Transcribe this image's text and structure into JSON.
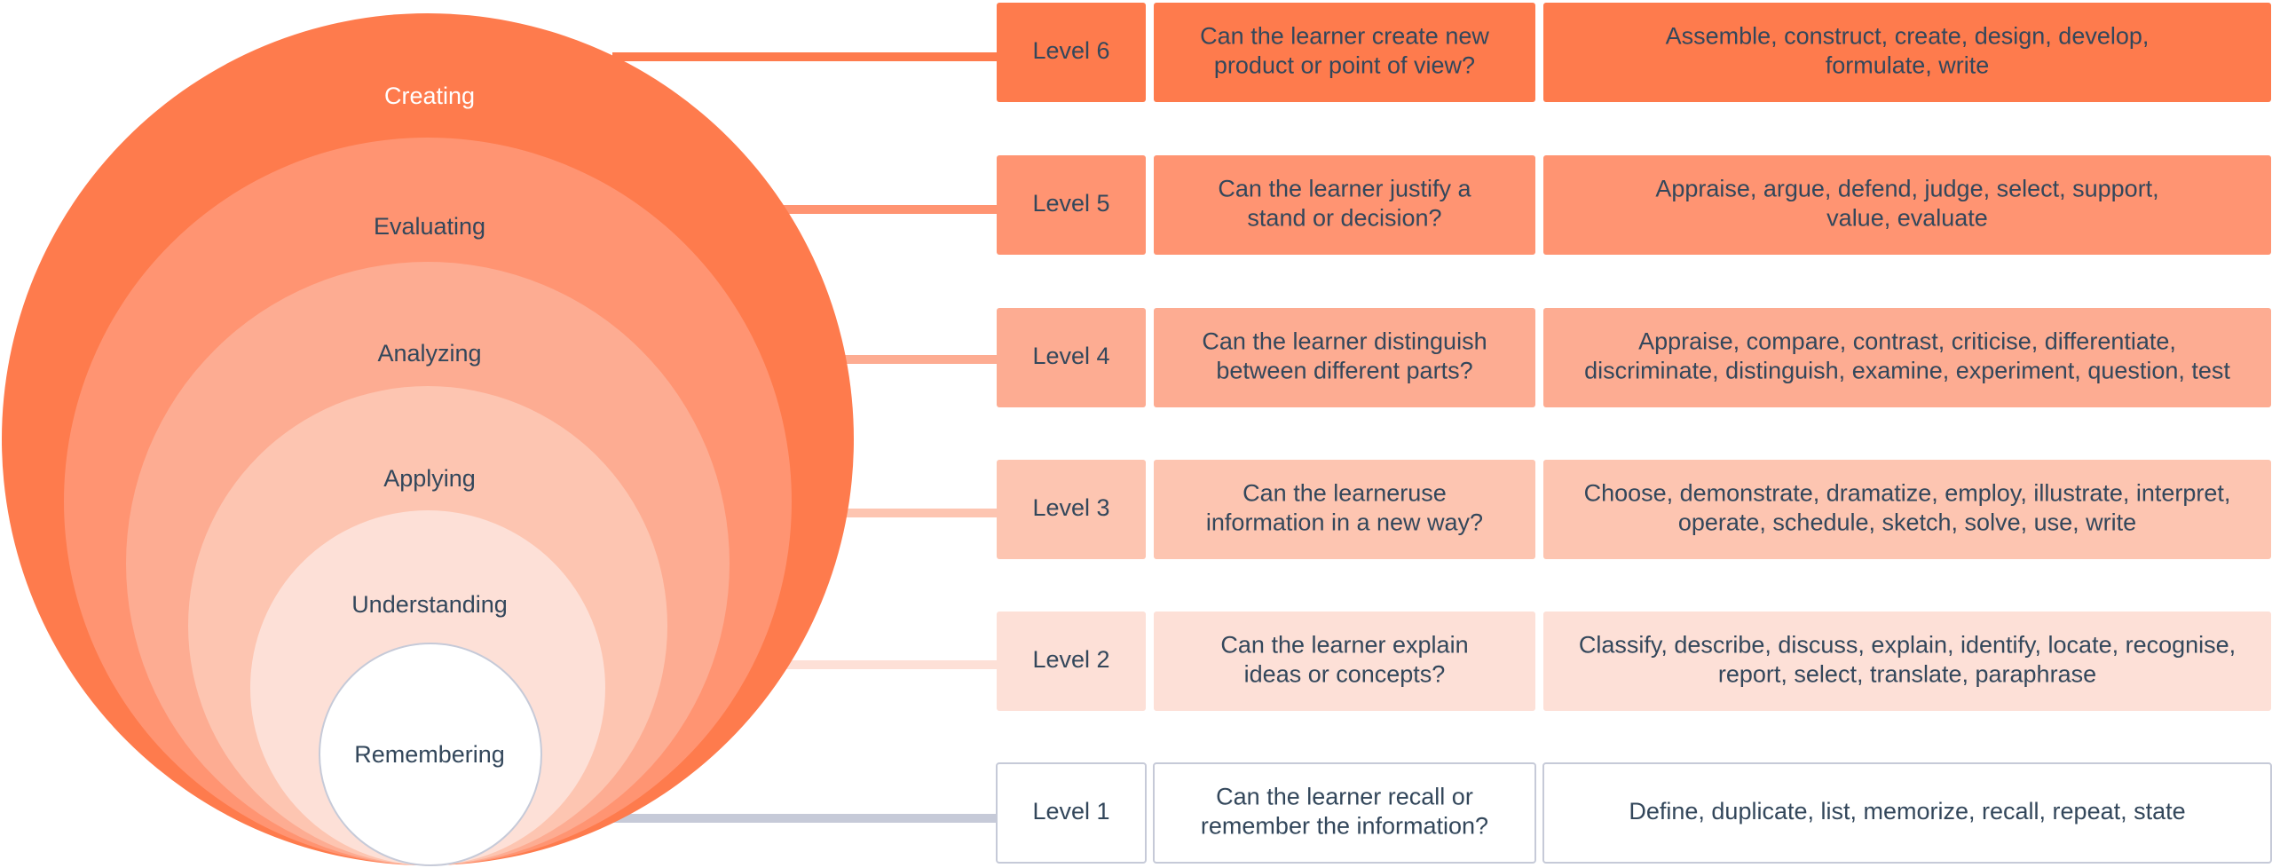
{
  "colors": {
    "level6": "#fe7b4d",
    "level5": "#ff9472",
    "level4": "#fdac92",
    "level3": "#fdc5b1",
    "level2": "#fde0d7",
    "level1": "#ffffff",
    "level1_border": "#c6cad8",
    "level1_connector": "#c6cad8",
    "text_dark": "#33475b",
    "text_light": "#ffffff"
  },
  "levels": [
    {
      "circle_label": "Creating",
      "level_label": "Level 6",
      "question": [
        "Can the learner create new",
        "product or point of view?"
      ],
      "verbs": [
        "Assemble, construct, create, design, develop,",
        "formulate, write"
      ]
    },
    {
      "circle_label": "Evaluating",
      "level_label": "Level 5",
      "question": [
        "Can the learner justify a",
        "stand or decision?"
      ],
      "verbs": [
        "Appraise, argue, defend, judge, select, support,",
        "value, evaluate"
      ]
    },
    {
      "circle_label": "Analyzing",
      "level_label": "Level 4",
      "question": [
        "Can the learner distinguish",
        "between different parts?"
      ],
      "verbs": [
        "Appraise, compare, contrast, criticise, differentiate,",
        "discriminate, distinguish, examine, experiment, question, test"
      ]
    },
    {
      "circle_label": "Applying",
      "level_label": "Level 3",
      "question": [
        "Can the learneruse",
        "information in a new way?"
      ],
      "verbs": [
        "Choose, demonstrate, dramatize, employ, illustrate, interpret,",
        "operate, schedule, sketch, solve, use, write"
      ]
    },
    {
      "circle_label": "Understanding",
      "level_label": "Level 2",
      "question": [
        "Can the learner explain",
        "ideas or concepts?"
      ],
      "verbs": [
        "Classify, describe, discuss, explain, identify, locate, recognise,",
        "report, select, translate, paraphrase"
      ]
    },
    {
      "circle_label": "Remembering",
      "level_label": "Level 1",
      "question": [
        "Can the learner recall or",
        "remember the information?"
      ],
      "verbs": [
        "Define, duplicate, list, memorize, recall, repeat, state"
      ]
    }
  ]
}
